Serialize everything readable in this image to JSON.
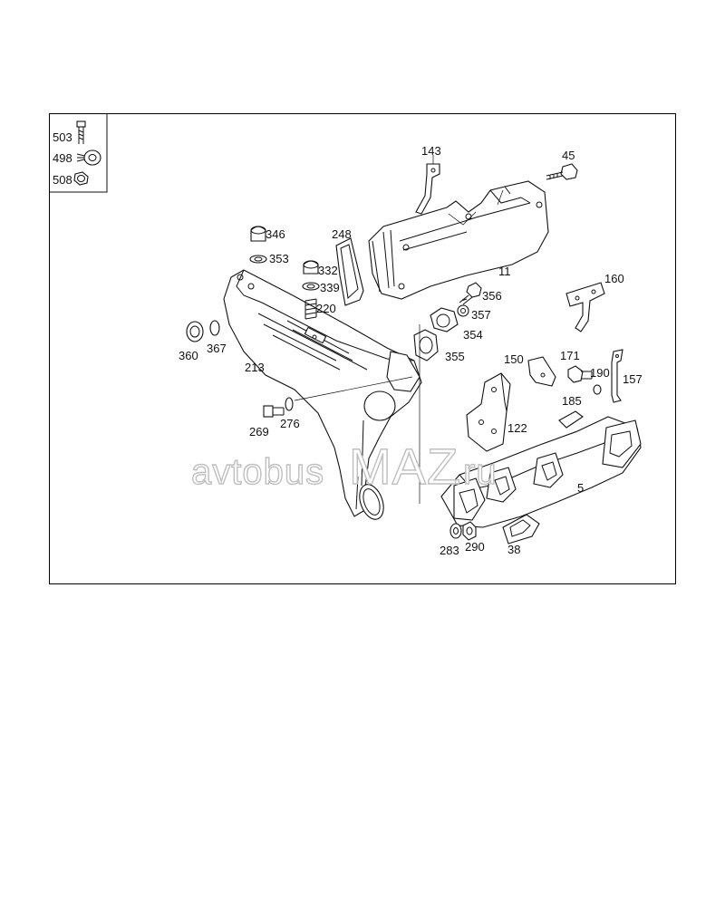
{
  "legend": [
    {
      "number": "503",
      "icon": "bolt-icon"
    },
    {
      "number": "498",
      "icon": "clamp-icon"
    },
    {
      "number": "508",
      "icon": "nut-icon"
    }
  ],
  "callouts": {
    "p143": "143",
    "p45": "45",
    "p346": "346",
    "p248": "248",
    "p353": "353",
    "p332": "332",
    "p339": "339",
    "p11": "11",
    "p356": "356",
    "p160": "160",
    "p220": "220",
    "p357": "357",
    "p354": "354",
    "p360": "360",
    "p367": "367",
    "p355": "355",
    "p150": "150",
    "p171": "171",
    "p213": "213",
    "p190": "190",
    "p157": "157",
    "p185": "185",
    "p269": "269",
    "p276": "276",
    "p122": "122",
    "p5": "5",
    "p283": "283",
    "p290": "290",
    "p38": "38"
  },
  "watermark": {
    "before": "avtobus",
    "logo": "MAZ",
    "after": ".ru"
  }
}
